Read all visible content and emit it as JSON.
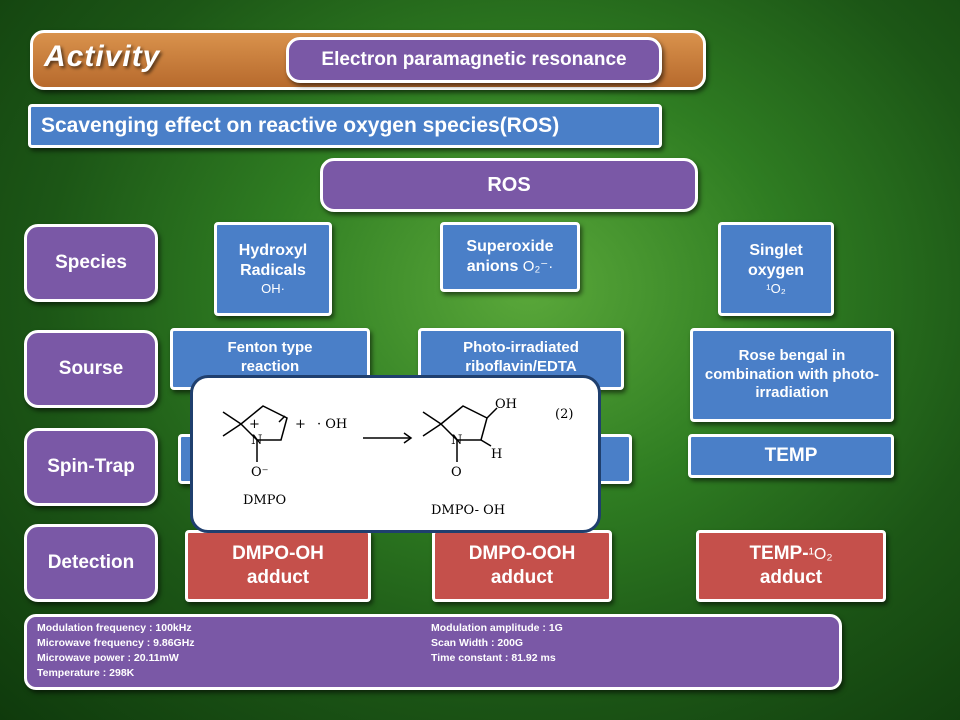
{
  "header": {
    "activity_label": "Activity",
    "method_label": "Electron  paramagnetic resonance"
  },
  "subtitle": "Scavenging effect on reactive oxygen species(ROS)",
  "ros_label": "ROS",
  "row_labels": {
    "species": "Species",
    "source": "Sourse",
    "spin_trap": "Spin-Trap",
    "detection": "Detection"
  },
  "species": {
    "hydroxyl": {
      "line1": "Hydroxyl",
      "line2": "Radicals",
      "formula": "OH·"
    },
    "superoxide": {
      "line1": "Superoxide",
      "line2": "anions",
      "formula": "O₂⁻·"
    },
    "singlet": {
      "line1": "Singlet",
      "line2": "oxygen",
      "formula": "¹O₂"
    }
  },
  "sources": {
    "hydroxyl": "Fenton type reaction",
    "superoxide": "Photo-irradiated riboflavin/EDTA",
    "singlet": "Rose bengal in combination with photo-irradiation"
  },
  "spin_traps": {
    "singlet": "TEMP"
  },
  "detection": {
    "hydroxyl": {
      "line1": "DMPO-OH",
      "line2": "adduct"
    },
    "superoxide": {
      "line1": "DMPO-OOH",
      "line2": "adduct"
    },
    "singlet": {
      "line1": "TEMP-",
      "formula": "¹O₂",
      "line2": "adduct"
    }
  },
  "parameters": {
    "left": [
      "Modulation frequency : 100kHz",
      "Microwave frequency : 9.86GHz",
      "Microwave power : 20.11mW",
      "Temperature : 298K"
    ],
    "right": [
      "Modulation amplitude : 1G",
      "Scan Width : 200G",
      "Time constant : 81.92 ms"
    ]
  },
  "reaction": {
    "reactant": "DMPO",
    "plus": "+",
    "radical": "· OH",
    "product": "DMPO- OH",
    "eq_number": "(2)",
    "n_plus_label": "+",
    "n_label": "N",
    "o_minus_label": "O⁻",
    "o_dot_label": "O",
    "oh_label": "OH",
    "h_label": "H"
  }
}
